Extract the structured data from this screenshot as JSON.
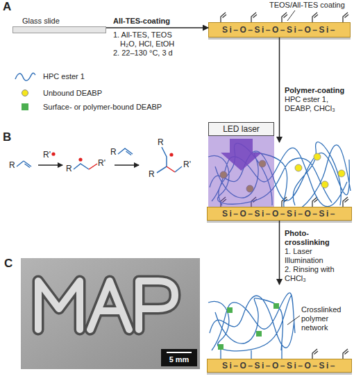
{
  "diagram": {
    "nodes": [
      {
        "text": [
          "Glass slide"
        ]
      },
      {
        "text": [
          "Si–O–Si–O–Si–O–Si–"
        ]
      },
      {
        "text": [
          "LED laser"
        ]
      },
      {
        "text": [
          "Si–O–Si–O–Si–O–Si–"
        ]
      },
      {
        "text": [
          "Si–O–Si–O–Si–O–Si–"
        ]
      }
    ],
    "edges": [
      {
        "from": 0,
        "to": 1,
        "arrow": "to"
      },
      {
        "from": 1,
        "to": 3,
        "arrow": "to"
      },
      {
        "from": 3,
        "to": 4,
        "arrow": "to"
      }
    ],
    "labels": [
      "A",
      "TEOS/All-TES coating",
      "All-TES-coating",
      "1. All-TES, TEOS",
      "H₂O, HCl, EtOH",
      "2. 22–130 °C, 3 d",
      "Polymer-coating",
      "HPC ester 1, DEABP, CHCl₃",
      "B",
      "R",
      "R'",
      "R",
      "R'",
      "R",
      "R",
      "R",
      "R'",
      "Photo-crosslinking",
      "1. Laser Illumination",
      "2. Rinsing with CHCl₃",
      "Crosslinked polymer network",
      "C",
      "5 mm"
    ],
    "legend": [
      {
        "text": "HPC ester 1"
      },
      {
        "text": "Unbound DEABP",
        "color": "#f5e61c"
      },
      {
        "text": "Surface- or polymer-bound DEABP",
        "color": "#4caf50"
      }
    ]
  }
}
